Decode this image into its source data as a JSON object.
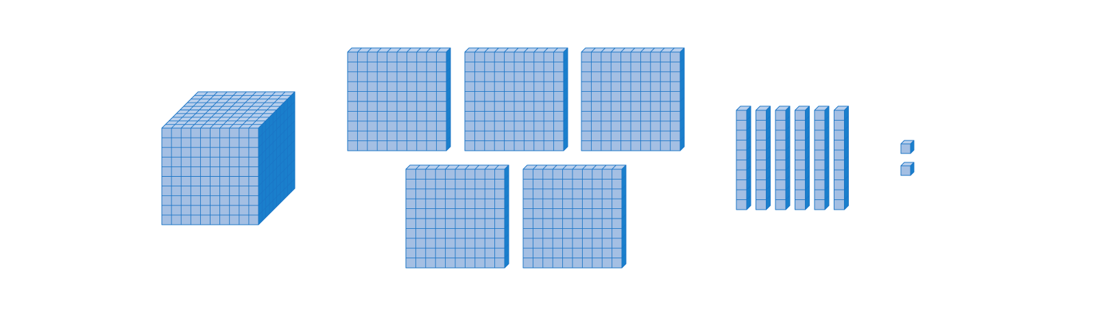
{
  "base_ten_blocks": {
    "thousands": 1,
    "hundreds": 5,
    "tens": 6,
    "ones": 2
  },
  "colors": {
    "face": "#a4bfe3",
    "top": "#b9cfec",
    "side": "#1a7fcc",
    "grid": "#1b75c6",
    "background": "#ffffff"
  }
}
